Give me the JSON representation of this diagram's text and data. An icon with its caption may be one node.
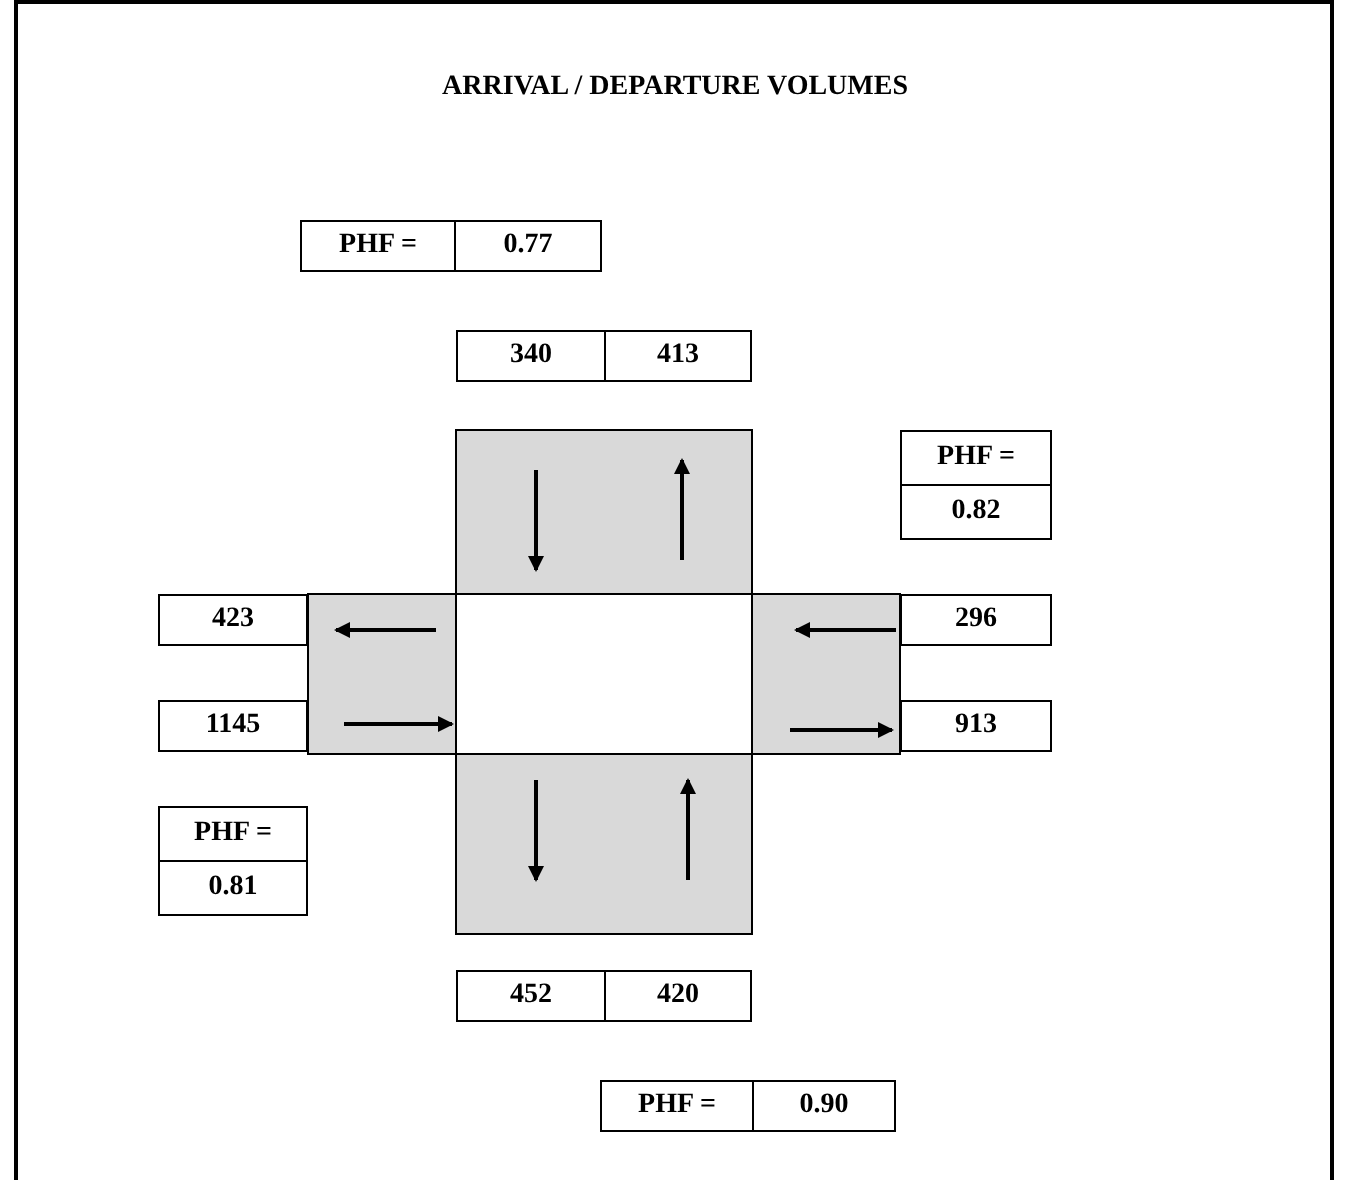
{
  "diagram": {
    "title": "ARRIVAL / DEPARTURE VOLUMES",
    "labels": [
      "PHF =",
      "0.77",
      "340",
      "413",
      "PHF =",
      "0.82",
      "423",
      "296",
      "1145",
      "913",
      "PHF =",
      "0.81",
      "452",
      "420",
      "PHF =",
      "0.90"
    ]
  }
}
